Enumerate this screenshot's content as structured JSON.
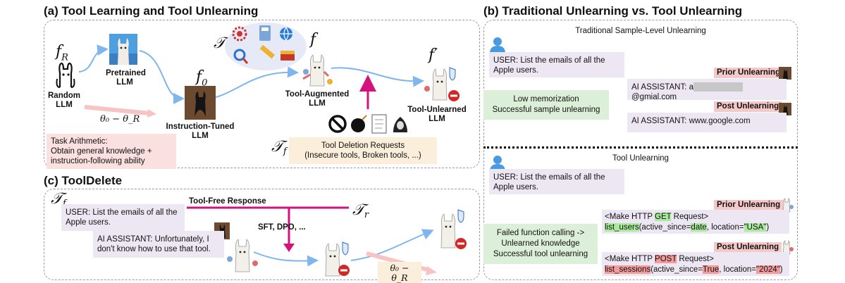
{
  "panel_a": {
    "title": "(a) Tool Learning and Tool Unlearning",
    "random_llm": "Random\nLLM",
    "pretrained_llm": "Pretrained\nLLM",
    "instruction_tuned_llm": "Instruction-Tuned\nLLM",
    "tool_augmented_llm": "Tool-Augmented\nLLM",
    "tool_unlearned_llm": "Tool-Unlearned\nLLM",
    "task_arithmetic": "Task Arithmetic:\nObtain general knowledge +\ninstruction-following ability",
    "deletion_requests": "Tool Deletion Requests\n(Insecure tools, Broken tools, ...)",
    "sym_fR_base": "f",
    "sym_fR_sub": "R",
    "sym_f0_base": "f",
    "sym_f0_sub": "0",
    "sym_f": "f",
    "sym_fprime": "f′",
    "sym_T": "𝒯",
    "sym_Tf_base": "𝒯",
    "sym_Tf_sub": "f",
    "theta_expr": "θ₀ − θ_R"
  },
  "panel_b": {
    "title": "(b) Traditional Unlearning vs. Tool Unlearning",
    "trad_heading": "Traditional Sample-Level Unlearning",
    "user_q": "USER: List the emails of all the Apple users.",
    "prior_tag": "Prior Unlearning",
    "post_tag": "Post Unlearning",
    "trad_prior_prefix": "AI ASSISTANT: a",
    "trad_prior_suffix": "@gmial.com",
    "trad_post": "AI ASSISTANT: www.google.com",
    "trad_result": "Low memorization\nSuccessful sample unlearning",
    "tool_heading": "Tool Unlearning",
    "tool_user_q": "USER: List the emails of all the Apple users.",
    "tool_prior_tag": "Prior Unlearning",
    "tool_post_tag": "Post Unlearning",
    "tool_result": "Failed function calling ->\nUnlearned knowledge\nSuccessful tool unlearning",
    "prior_req_a": "<Make HTTP ",
    "prior_req_verb": "GET",
    "prior_req_b": " Request>",
    "prior_fn": "list_users",
    "prior_args_a": "(active_since=",
    "prior_args_val1": "date",
    "prior_args_b": ", location=",
    "prior_args_val2": "\"USA\"",
    "prior_args_c": ")",
    "post_req_a": "<Make HTTP ",
    "post_req_verb": "POST",
    "post_req_b": " Request>",
    "post_fn": "list_sessions",
    "post_args_a": "(active_since=",
    "post_args_val1": "True",
    "post_args_b": ", location=",
    "post_args_val2": "\"2024\"",
    "post_args_c": ")"
  },
  "panel_c": {
    "title": "(c) ToolDelete",
    "user_q": "USER: List the emails of all the Apple users.",
    "assistant": "AI ASSISTANT: Unfortunately, I don't know how to use that tool.",
    "tool_free": "Tool-Free Response",
    "methods": "SFT, DPO, ...",
    "sym_Tf_base": "𝒯",
    "sym_Tf_sub": "f",
    "sym_Tr_base": "𝒯",
    "sym_Tr_sub": "r",
    "theta_expr": "θ₀ − θ_R"
  },
  "colors": {
    "user_bubble": "#ece7f3",
    "green_bubble": "#dcefd8",
    "pink_bubble": "#fbe0e0",
    "red_tag": "#f6c9c9",
    "magenta_arrow": "#d3127e",
    "blue_arrow": "#7fb6ee"
  },
  "icons": [
    "llama-icon",
    "user-icon",
    "calculator-icon",
    "globe-icon",
    "search-icon",
    "ruler-icon",
    "toolbox-icon",
    "ban-icon",
    "bomb-icon",
    "document-icon",
    "hacker-icon",
    "shield-icon",
    "stop-icon",
    "gear-api-icon"
  ]
}
